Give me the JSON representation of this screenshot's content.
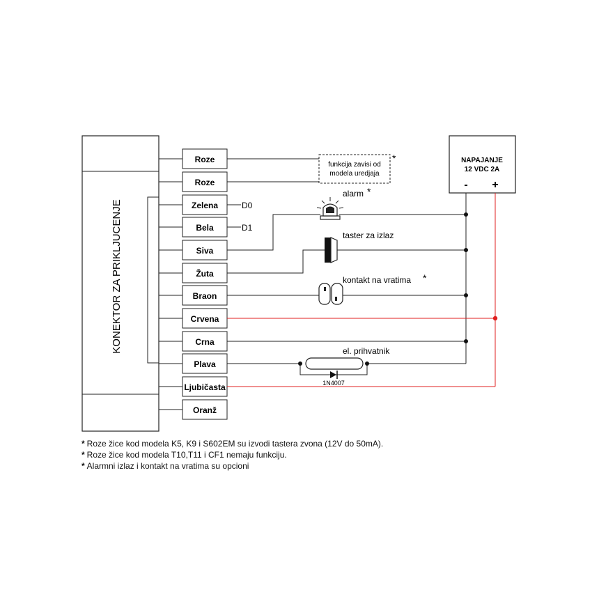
{
  "connector": {
    "title": "KONEKTOR ZA PRIKLJUCENJE"
  },
  "wires": [
    {
      "label": "Roze"
    },
    {
      "label": "Roze"
    },
    {
      "label": "Zelena",
      "signal": "D0"
    },
    {
      "label": "Bela",
      "signal": "D1"
    },
    {
      "label": "Siva"
    },
    {
      "label": "Žuta"
    },
    {
      "label": "Braon"
    },
    {
      "label": "Crvena"
    },
    {
      "label": "Crna"
    },
    {
      "label": "Plava"
    },
    {
      "label": "Ljubičasta"
    },
    {
      "label": "Oranž"
    }
  ],
  "function_box": {
    "line1": "funkcija zavisi od",
    "line2": "modela uredjaja",
    "star": "*"
  },
  "power": {
    "title": "NAPAJANJE",
    "spec": "12 VDC 2A",
    "minus": "-",
    "plus": "+"
  },
  "devices": {
    "alarm": {
      "label": "alarm",
      "star": "*"
    },
    "exit_button": {
      "label": "taster za izlaz"
    },
    "door_contact": {
      "label": "kontakt na vratima",
      "star": "*"
    },
    "lock": {
      "label": "el. prihvatnik"
    },
    "diode": {
      "label": "1N4007"
    }
  },
  "notes": [
    {
      "star": "*",
      "text": "Roze žice kod modela K5, K9 i S602EM su izvodi tastera zvona (12V do 50mA)."
    },
    {
      "star": "*",
      "text": "Roze žice kod modela T10,T11 i CF1 nemaju funkciju."
    },
    {
      "star": "*",
      "text": "Alarmni izlaz i kontakt na vratima su opcioni"
    }
  ],
  "colors": {
    "line": "#222222",
    "power_line": "#e02020",
    "node": "#111111"
  }
}
